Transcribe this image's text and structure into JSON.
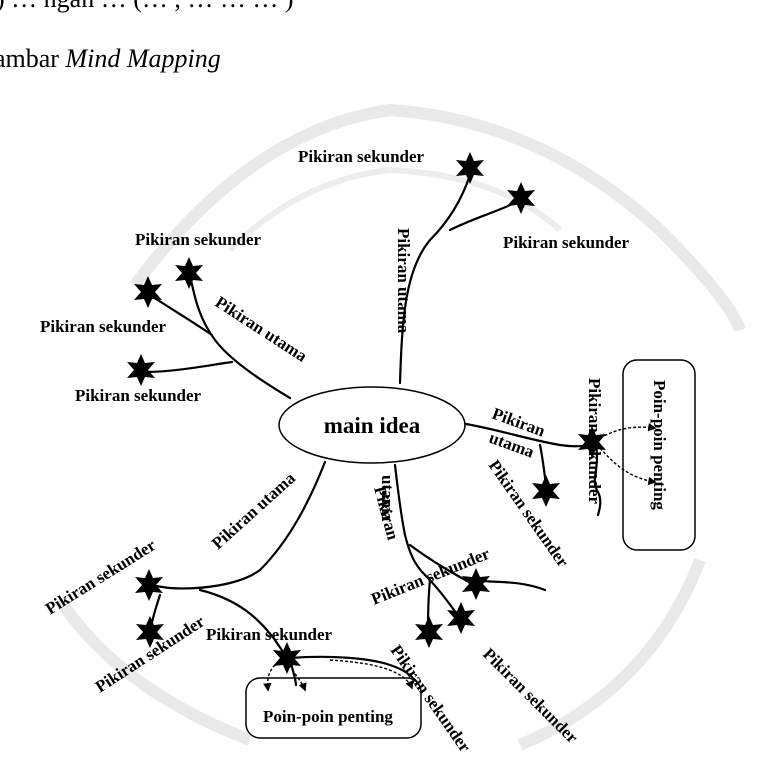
{
  "header_text": ") … ngan … (… , … … … )",
  "caption": {
    "prefix": "ambar ",
    "italic": "Mind Mapping"
  },
  "center": {
    "label": "main idea"
  },
  "labels": {
    "main_thought": "Pikiran utama",
    "main_thought_line1": "Pikiran",
    "main_thought_line2": "utama",
    "secondary_thought": "Pikiran sekunder",
    "key_points": "Poin-poin penting"
  }
}
